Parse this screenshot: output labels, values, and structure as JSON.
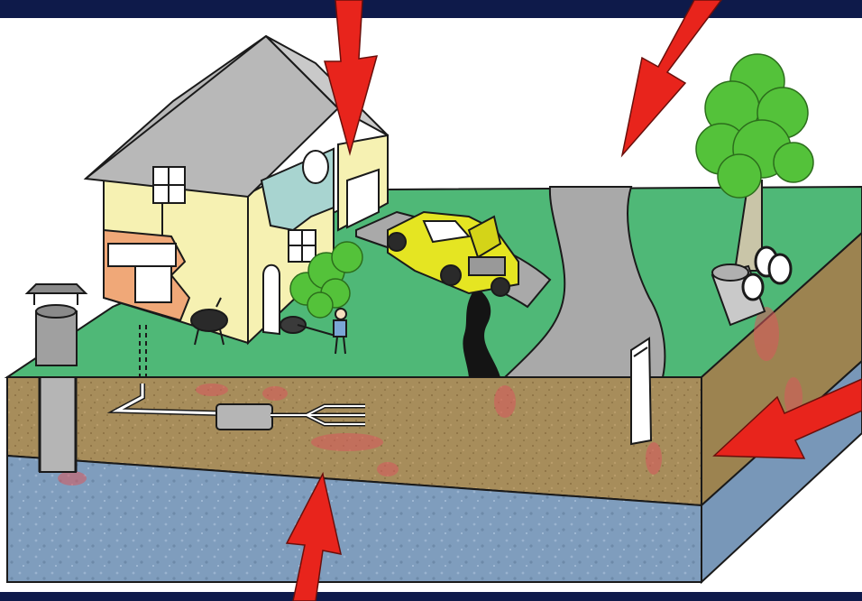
{
  "scene": {
    "colors": {
      "lawn": "#4fb877",
      "soil": "#a78d5b",
      "groundwater": "#7f9dbd",
      "arrow": "#e8241c",
      "house_wall": "#f6f1b2",
      "roof": "#b8b8b8",
      "road": "#a9a9a9",
      "car": "#e5e522",
      "tree": "#54c23a",
      "leak": "#141414",
      "contamination": "#d9585c",
      "frame": "#0e1a4a"
    },
    "elements": [
      "house",
      "garage",
      "water-well",
      "septic-system",
      "leaking-car",
      "driveway",
      "tree",
      "discarded-barrel",
      "discarded-tires",
      "lawn-mower",
      "gas-grill",
      "shrub",
      "storage-tank"
    ],
    "arrows": [
      "arrow-top-house",
      "arrow-top-road",
      "arrow-right-side",
      "arrow-bottom"
    ]
  }
}
